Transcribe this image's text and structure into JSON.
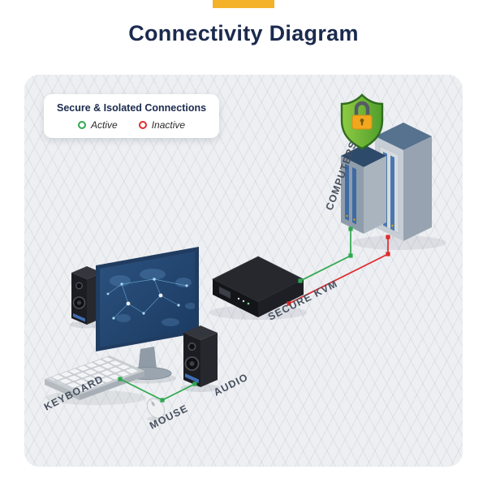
{
  "page": {
    "title": "Connectivity Diagram",
    "accent_color": "#f3b229",
    "background_color": "#ffffff",
    "title_color": "#1b2a4e"
  },
  "legend": {
    "title": "Secure & Isolated Connections",
    "items": [
      {
        "label": "Active",
        "status_color": "#2fa84f"
      },
      {
        "label": "Inactive",
        "status_color": "#e02b2b"
      }
    ]
  },
  "diagram": {
    "background_color": "#edeff2",
    "devices": {
      "computers": {
        "label": "COMPUTERS"
      },
      "secure_kvm": {
        "label": "SECURE KVM"
      },
      "keyboard": {
        "label": "KEYBOARD"
      },
      "mouse": {
        "label": "MOUSE"
      },
      "audio": {
        "label": "AUDIO"
      }
    },
    "icons": {
      "security": "shield-lock-icon"
    },
    "connections": {
      "active_color": "#2fa84f",
      "inactive_color": "#e02b2b"
    }
  }
}
